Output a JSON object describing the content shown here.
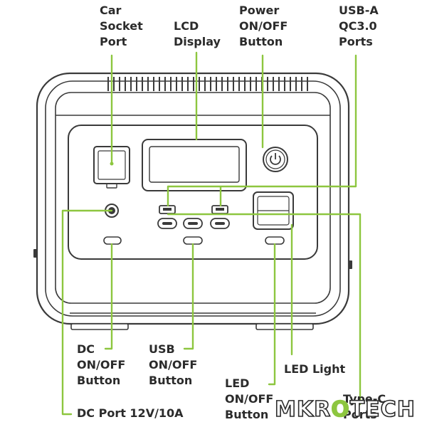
{
  "labels": {
    "car_socket": [
      "Car",
      "Socket",
      "Port"
    ],
    "lcd": [
      "LCD",
      "Display"
    ],
    "power": [
      "Power",
      "ON/OFF",
      "Button"
    ],
    "usb_a": [
      "USB-A",
      "QC3.0",
      "Ports"
    ],
    "dc_onoff": [
      "DC",
      "ON/OFF",
      "Button"
    ],
    "usb_onoff": [
      "USB",
      "ON/OFF",
      "Button"
    ],
    "led_light": [
      "LED Light"
    ],
    "led_onoff": [
      "LED",
      "ON/OFF",
      "Button"
    ],
    "type_c": [
      "Type-C",
      "Ports"
    ],
    "dc_port": [
      "DC Port 12V/10A"
    ]
  },
  "logo": {
    "pre": "MKR",
    "o": "O",
    "post": "TECH"
  },
  "colors": {
    "accent": "#8dc63f",
    "outline": "#3a3a3a",
    "text": "#2b2b2b"
  }
}
